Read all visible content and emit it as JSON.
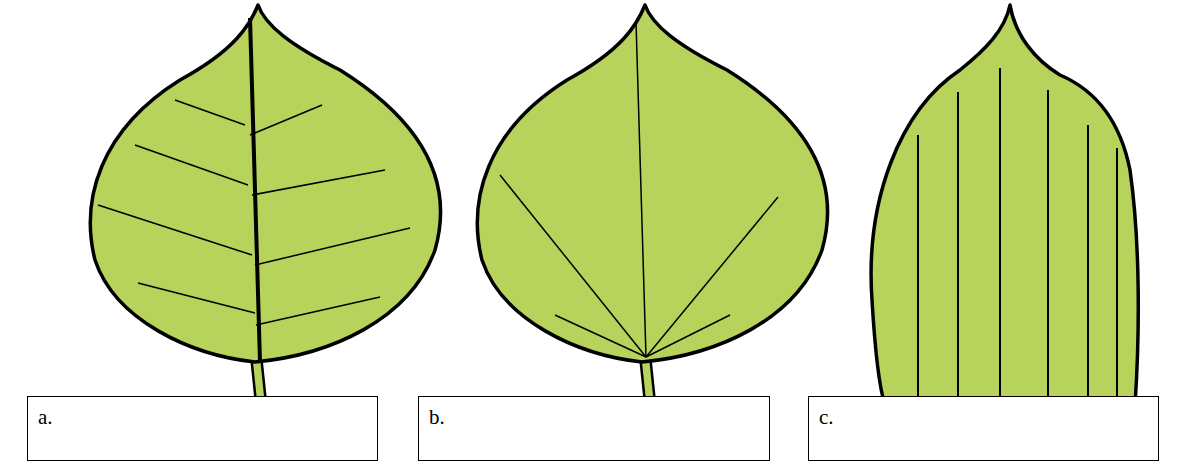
{
  "diagram": {
    "nodes": [
      {
        "text": [
          "a."
        ]
      },
      {
        "text": [
          "b."
        ]
      },
      {
        "text": [
          "c."
        ]
      }
    ]
  }
}
